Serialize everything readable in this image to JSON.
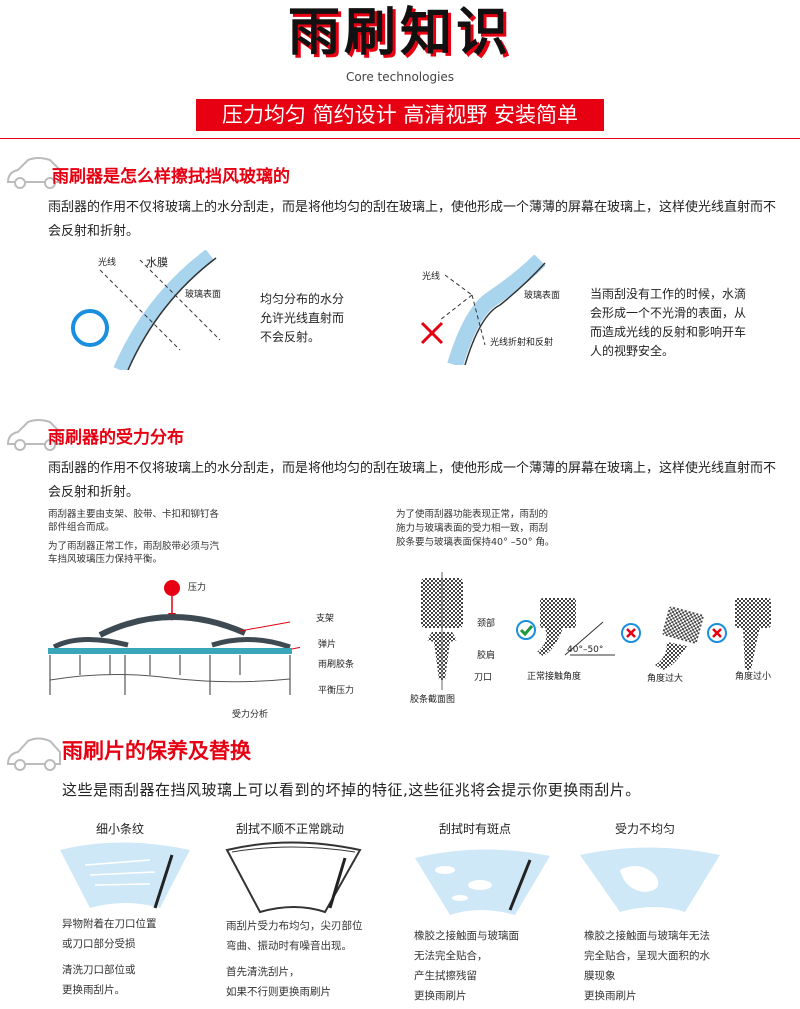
{
  "header": {
    "title": "雨刷知识",
    "subtitle": "Core technologies",
    "banner": "压力均匀 简约设计 高清视野 安装简单"
  },
  "section1": {
    "heading": "雨刷器是怎么样擦拭挡风玻璃的",
    "paragraph": "雨刮器的作用不仅将玻璃上的水分刮走，而是将他均匀的刮在玻璃上，使他形成一个薄薄的屏幕在玻璃上，这样使光线直射而不会反射和折射。",
    "left": {
      "light": "光线",
      "water": "水膜",
      "glass": "玻璃表面",
      "caption": [
        "均匀分布的水分",
        "允许光线直射而",
        "不会反射。"
      ]
    },
    "right": {
      "light": "光线",
      "glass": "玻璃表面",
      "refract": "光线折射和反射",
      "caption": [
        "当雨刮没有工作的时候，水滴",
        "会形成一个不光滑的表面，从",
        "而造成光线的反射和影响开车",
        "人的视野安全。"
      ]
    }
  },
  "section2": {
    "heading": "雨刷器的受力分布",
    "paragraph": "雨刮器的作用不仅将玻璃上的水分刮走，而是将他均匀的刮在玻璃上，使他形成一个薄薄的屏幕在玻璃上，这样使光线直射而不会反射和折射。",
    "left_note": [
      "雨刮器主要由支架、胶带、卡扣和铆钉各",
      "部件组合而成。",
      "",
      "为了雨刮器正常工作，雨刮胶带必须与汽",
      "车挡风玻璃压力保持平衡。"
    ],
    "force": {
      "pressure": "压力",
      "bracket": "支架",
      "spring": "弹片",
      "rubber": "雨刷胶条",
      "balance": "平衡压力",
      "analysis": "受力分析"
    },
    "right_note": [
      "为了使雨刮器功能表现正常，雨刮的",
      "施力与玻璃表面的受力相一致，雨刮",
      "胶条要与玻璃表面保持40° –50° 角。"
    ],
    "profile": {
      "neck": "颈部",
      "shoulder": "胶肩",
      "edge": "刀口",
      "caption": "胶条截面图"
    },
    "angles": [
      {
        "label": "正常接触角度",
        "angle": "40°–50°",
        "ok": true
      },
      {
        "label": "角度过大",
        "ok": false
      },
      {
        "label": "角度过小",
        "ok": false
      }
    ]
  },
  "section3": {
    "heading": "雨刷片的保养及替换",
    "intro": "这些是雨刮器在挡风玻璃上可以看到的坏掉的特征,这些征兆将会提示你更换雨刮片。",
    "columns": [
      {
        "title": "细小条纹",
        "lines": [
          "异物附着在刀口位置",
          "或刀口部分受损",
          "",
          "清洗刀口部位或",
          "更换雨刮片。"
        ]
      },
      {
        "title": "刮拭不顺不正常跳动",
        "lines": [
          "雨刮片受力布均匀，尖刃部位",
          "弯曲、振动时有噪音出现。",
          "",
          "首先清洗刮片，",
          "如果不行则更换雨刷片"
        ]
      },
      {
        "title": "刮拭时有斑点",
        "lines": [
          "橡胶之接触面与玻璃面",
          "无法完全贴合，",
          "产生拭擦残留",
          "更换雨刷片"
        ]
      },
      {
        "title": "受力不均匀",
        "lines": [
          "橡胶之接触面与玻璃年无法",
          "完全贴合，呈现大面积的水",
          "膜现象",
          "更换雨刷片"
        ]
      }
    ]
  },
  "colors": {
    "accent": "#e60012",
    "glass": "#a9d4ee",
    "ok": "#1a9a3a"
  }
}
